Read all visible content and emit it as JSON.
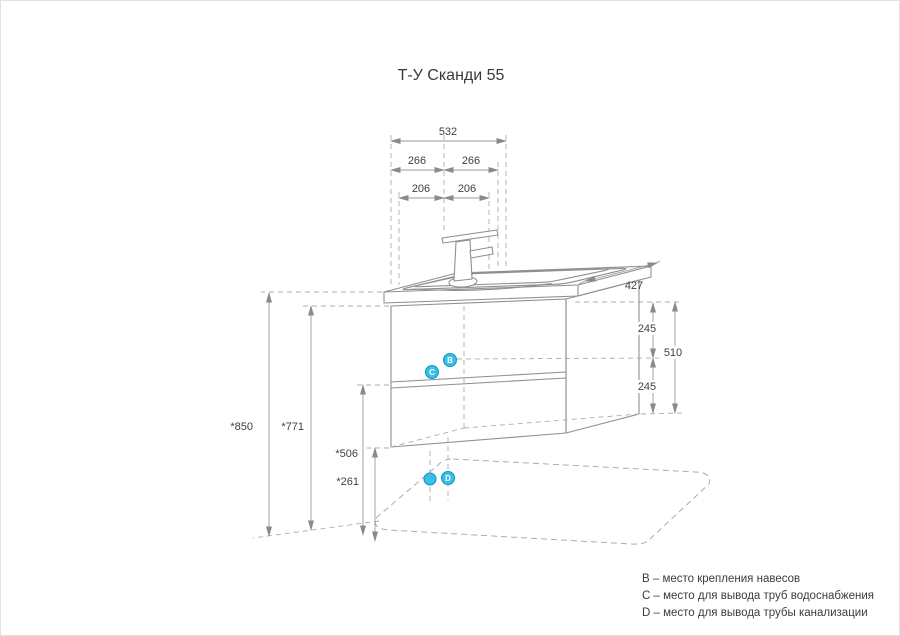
{
  "title": "Т-У Сканди 55",
  "dimensions": {
    "width_total": "532",
    "width_left_half": "266",
    "width_right_half": "266",
    "width_inner_left": "206",
    "width_inner_right": "206",
    "depth": "427",
    "right_upper": "245",
    "cabinet_height": "510",
    "right_lower": "245",
    "height_total": "*850",
    "height_to_cabinet_top": "*771",
    "height_to_divider": "*506",
    "height_to_cabinet_bottom": "*261"
  },
  "markers": {
    "b": "B",
    "c": "C",
    "d": "D"
  },
  "legend": {
    "b": "B – место крепления навесов",
    "c": "C – место для вывода труб водоснабжения",
    "d": "D – место для вывода трубы канализации"
  },
  "colors": {
    "marker_fill": "#39bfe6",
    "marker_stroke": "#0d96c0",
    "line_gray": "#8f8f8f"
  }
}
